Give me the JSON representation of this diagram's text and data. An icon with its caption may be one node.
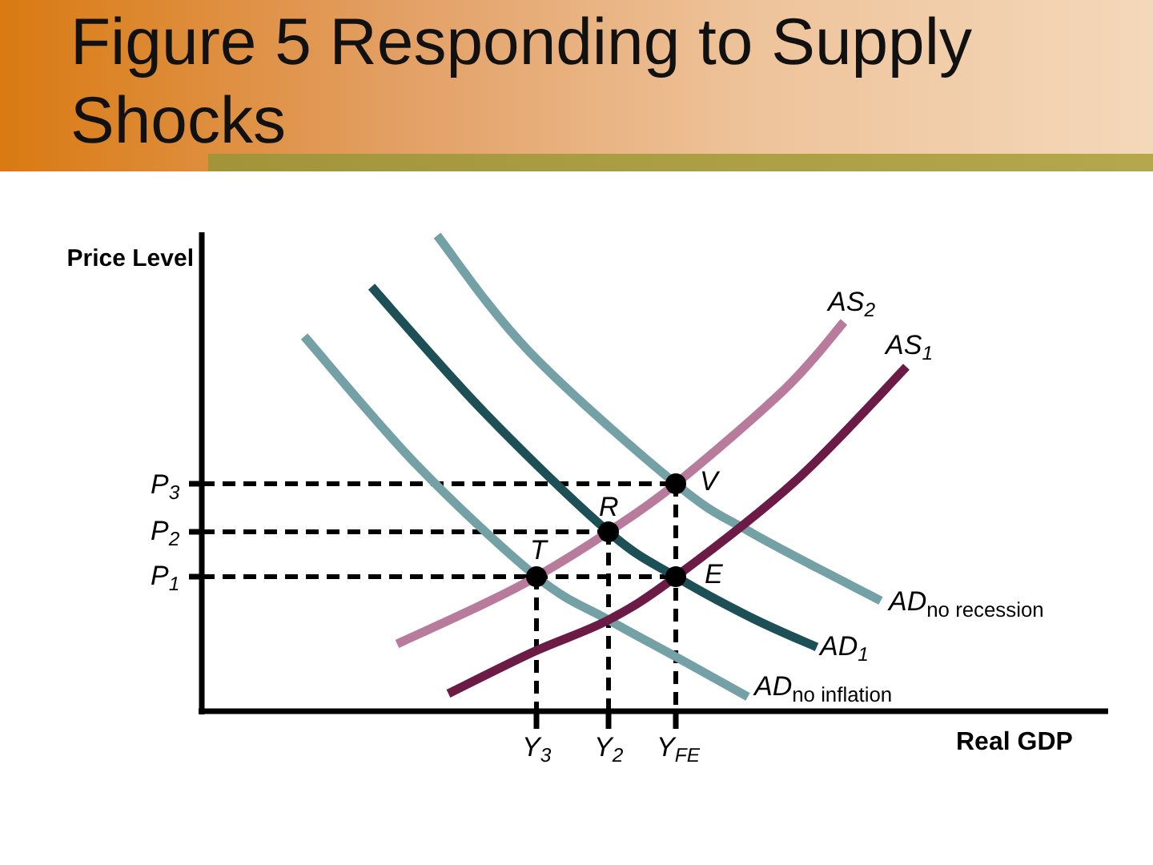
{
  "diagram": {
    "title": "Figure 5 Responding to Supply Shocks",
    "labels": [
      "Price Level",
      "AS$_{2}$",
      "AS$_{1}$",
      "P$_{3}$",
      "V",
      "R",
      "P$_{2}$",
      "T",
      "P$_{1}$",
      "E",
      "AD$_{no recession}$",
      "AD$_{1}$",
      "AD$_{no inflation}$",
      "Y$_{3}$",
      "Y$_{2}$",
      "Y$_{FE}$",
      "Real GDP"
    ]
  }
}
